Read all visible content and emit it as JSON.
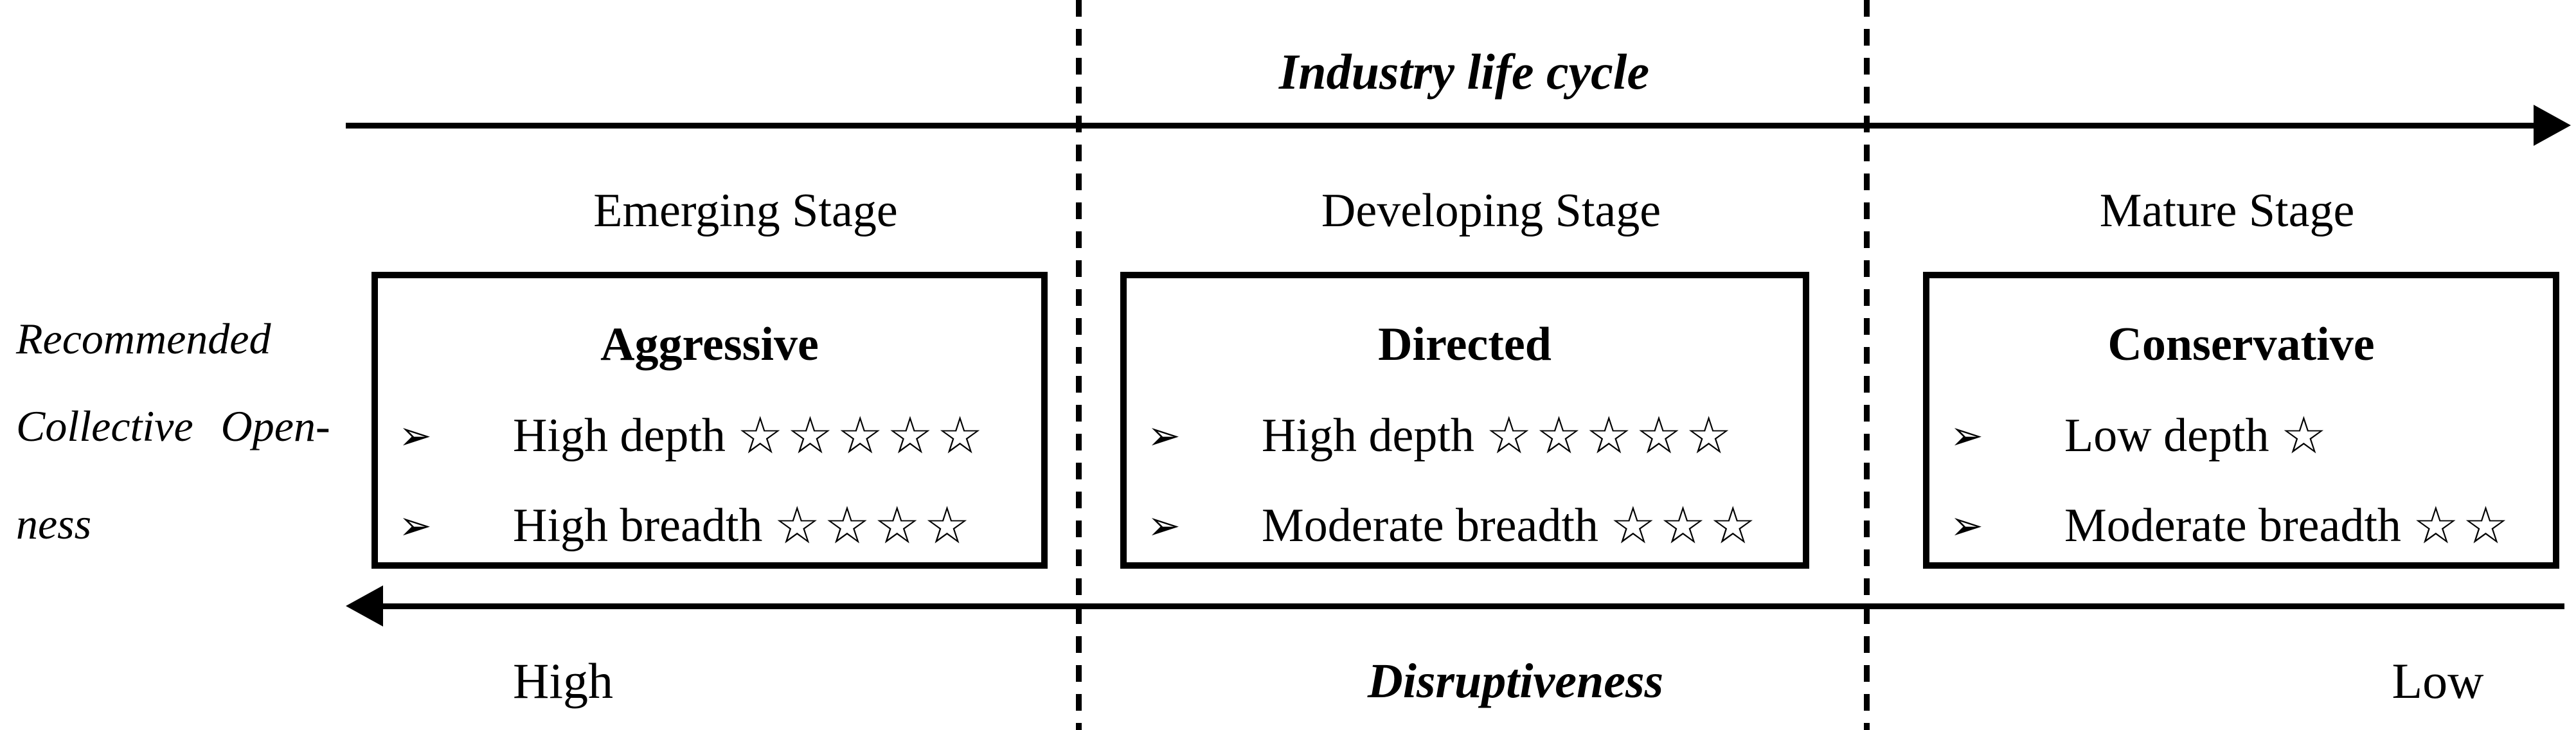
{
  "top_axis": {
    "title": "Industry life cycle"
  },
  "stages": [
    "Emerging Stage",
    "Developing Stage",
    "Mature Stage"
  ],
  "left_label": {
    "line1": "Recommended",
    "line2": "Collective  Open-",
    "line3": "ness"
  },
  "boxes": [
    {
      "title": "Aggressive",
      "bullets": [
        {
          "text": "High depth",
          "stars": 5,
          "stars_text": "☆☆☆☆☆"
        },
        {
          "text": "High breadth",
          "stars": 4,
          "stars_text": "☆☆☆☆"
        }
      ]
    },
    {
      "title": "Directed",
      "bullets": [
        {
          "text": "High depth",
          "stars": 5,
          "stars_text": "☆☆☆☆☆"
        },
        {
          "text": "Moderate breadth",
          "stars": 3,
          "stars_text": "☆☆☆"
        }
      ]
    },
    {
      "title": "Conservative",
      "bullets": [
        {
          "text": "Low depth",
          "stars": 1,
          "stars_text": "☆"
        },
        {
          "text": "Moderate breadth",
          "stars": 2,
          "stars_text": "☆☆"
        }
      ]
    }
  ],
  "bottom_axis": {
    "title": "Disruptiveness",
    "left_label": "High",
    "right_label": "Low"
  },
  "glyphs": {
    "bullet": "➢",
    "star": "☆"
  },
  "colors": {
    "foreground": "#000000",
    "background": "#ffffff"
  }
}
